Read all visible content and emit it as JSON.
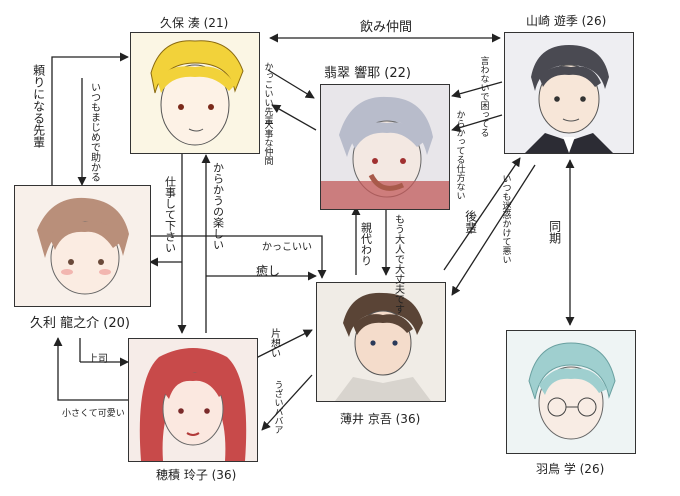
{
  "characters": {
    "kubo": {
      "name": "久保 湊 (21)"
    },
    "hisui": {
      "name": "翡翠 響耶 (22)"
    },
    "yamazaki": {
      "name": "山崎 遊季 (26)"
    },
    "kuri": {
      "name": "久利 龍之介 (20)"
    },
    "usui": {
      "name": "薄井 京吾 (36)"
    },
    "hozumi": {
      "name": "穂積 玲子 (36)"
    },
    "hatori": {
      "name": "羽鳥 学 (26)"
    }
  },
  "relations": {
    "drinking": "飲み仲間",
    "reliable_senior": "頼りになる先輩",
    "always_serious": "いつもまじめで助かる",
    "cool_senior": "かっこいい先輩",
    "important_person": "大事な仲間",
    "doesnt_say": "言わないで困ってる",
    "fun_to_tease": "からかってる仕方ない",
    "please_work": "仕事して下さい",
    "fun_to_tease2": "からかうの楽しい",
    "cool": "かっこいい",
    "healing": "癒し",
    "guardian": "親代わり",
    "adult_already": "もう大人で大丈夫です",
    "junior": "後輩",
    "always_trouble": "いつも迷惑かけて悪い",
    "same_year": "同期",
    "boss": "上司",
    "small_cute": "小さくて可愛い",
    "one_sided": "片想い",
    "annoying": "うざいババア"
  }
}
